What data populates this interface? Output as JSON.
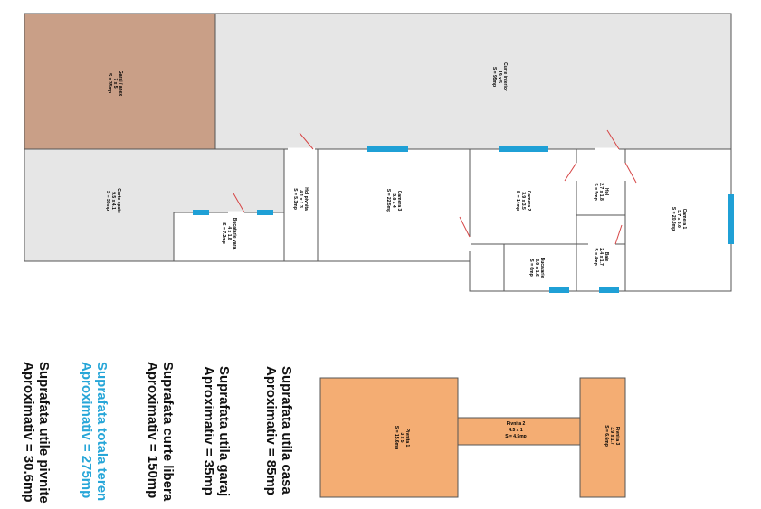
{
  "colors": {
    "wall": "#555555",
    "yard": "#e6e6e6",
    "garage": "#c99f87",
    "cellar": "#f4ad73",
    "window": "#1fa0d6",
    "door": "#d64545",
    "text": "#111111",
    "highlight": "#27a6d8"
  },
  "rooms": {
    "garaj": {
      "name": "Garaj / anex",
      "dims": "7 x 5",
      "area": "S = 35mp"
    },
    "curte_interior": {
      "name": "Curte interior",
      "dims": "19 x 5",
      "area": "S = 95mp"
    },
    "curte_spate": {
      "name": "Curte spate",
      "dims": "9.5 x 4.1",
      "area": "S = 39mp"
    },
    "bucatarie_vara": {
      "name": "Bucatarie vara",
      "dims": "4 x 1.8",
      "area": "S = 7.2mp"
    },
    "hol_pivnita": {
      "name": "Hol pivnita",
      "dims": "4.1 x 1.3",
      "area": "S = 5.3mp"
    },
    "camera3": {
      "name": "Camera 3",
      "dims": "5.6 x 4",
      "area": "S = 22.5mp"
    },
    "camera2": {
      "name": "Camera 2",
      "dims": "3.9 x 3.5",
      "area": "S = 14mp"
    },
    "bucatarie": {
      "name": "Bucatarie",
      "dims": "3.9 x 1.6",
      "area": "S = 6mp"
    },
    "hol": {
      "name": "Hol",
      "dims": "2.7 x 1.8",
      "area": "S = 5mp"
    },
    "baie": {
      "name": "Baie",
      "dims": "2.4 x 1.7",
      "area": "S = 4mp"
    },
    "camera1": {
      "name": "Camera 1",
      "dims": "5.7 x 3.6",
      "area": "S = 20.3mp"
    },
    "pivnita1": {
      "name": "Pivnita 1",
      "dims": "3 x 5",
      "area": "S = 15.6mp"
    },
    "pivnita2": {
      "name": "Pivnita 2",
      "dims": "4.5 x 1",
      "area": "S = 4.5mp"
    },
    "pivnita3": {
      "name": "Pivnita 3",
      "dims": "3.9 x 1.7",
      "area": "S = 6.6mp"
    }
  },
  "summary": {
    "casa": {
      "line1": "Suprafata utila casa",
      "line2": "Aproximativ = 85mp"
    },
    "garaj": {
      "line1": "Suprafata utila garaj",
      "line2": "Aproximativ = 35mp"
    },
    "curte": {
      "line1": "Suprafata curte libera",
      "line2": "Aproximativ = 150mp"
    },
    "teren": {
      "line1": "Suprafata totala teren",
      "line2": "Aproximativ = 275mp"
    },
    "pivnite": {
      "line1": "Suprafata utile pivnite",
      "line2": "Aproximativ = 30.6mp"
    }
  }
}
